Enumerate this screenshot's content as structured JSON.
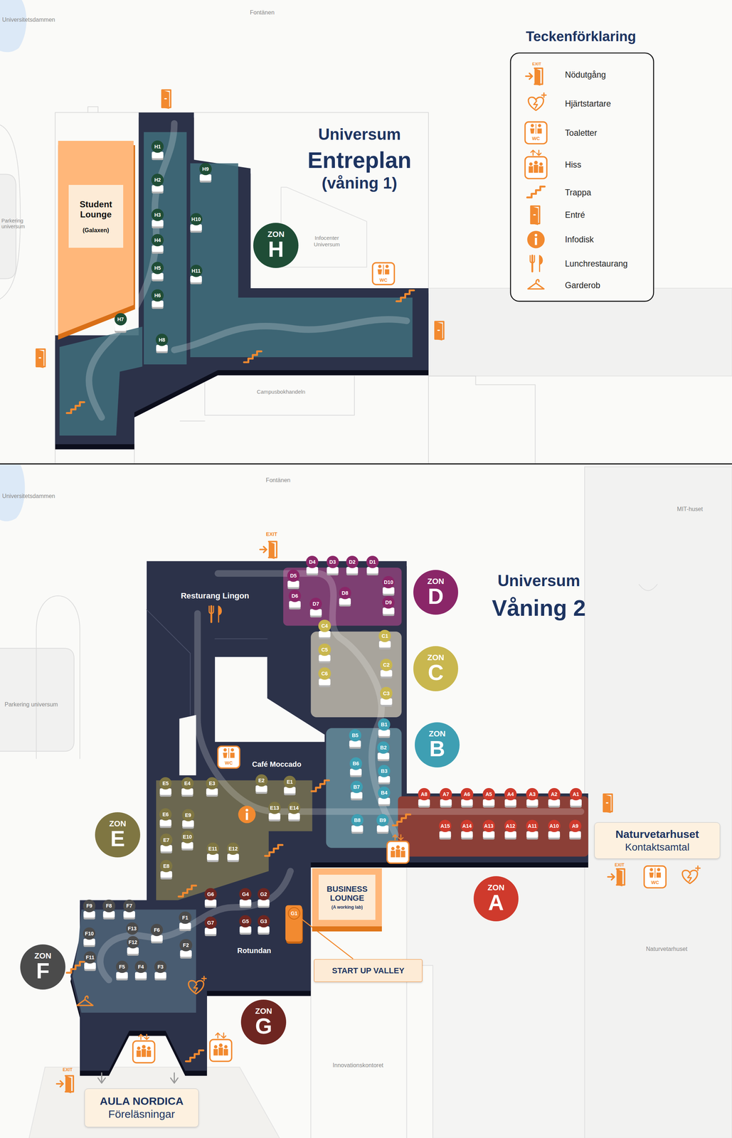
{
  "diagram": {
    "nodes": [
      {
        "text": [
          "Student Lounge",
          "(Galaxen)"
        ]
      },
      {
        "text": [
          "H1"
        ]
      },
      {
        "text": [
          "H2"
        ]
      },
      {
        "text": [
          "H3"
        ]
      },
      {
        "text": [
          "H4"
        ]
      },
      {
        "text": [
          "H5"
        ]
      },
      {
        "text": [
          "H6"
        ]
      },
      {
        "text": [
          "H7"
        ]
      },
      {
        "text": [
          "H8"
        ]
      },
      {
        "text": [
          "H9"
        ]
      },
      {
        "text": [
          "H10"
        ]
      },
      {
        "text": [
          "H11"
        ]
      },
      {
        "text": [
          "ZON",
          "H"
        ]
      },
      {
        "text": [
          "D1"
        ]
      },
      {
        "text": [
          "D2"
        ]
      },
      {
        "text": [
          "D3"
        ]
      },
      {
        "text": [
          "D4"
        ]
      },
      {
        "text": [
          "D5"
        ]
      },
      {
        "text": [
          "D6"
        ]
      },
      {
        "text": [
          "D7"
        ]
      },
      {
        "text": [
          "D8"
        ]
      },
      {
        "text": [
          "D9"
        ]
      },
      {
        "text": [
          "D10"
        ]
      },
      {
        "text": [
          "ZON",
          "D"
        ]
      },
      {
        "text": [
          "C1"
        ]
      },
      {
        "text": [
          "C2"
        ]
      },
      {
        "text": [
          "C3"
        ]
      },
      {
        "text": [
          "C4"
        ]
      },
      {
        "text": [
          "C5"
        ]
      },
      {
        "text": [
          "C6"
        ]
      },
      {
        "text": [
          "ZON",
          "C"
        ]
      },
      {
        "text": [
          "B1"
        ]
      },
      {
        "text": [
          "B2"
        ]
      },
      {
        "text": [
          "B3"
        ]
      },
      {
        "text": [
          "B4"
        ]
      },
      {
        "text": [
          "B5"
        ]
      },
      {
        "text": [
          "B6"
        ]
      },
      {
        "text": [
          "B7"
        ]
      },
      {
        "text": [
          "B8"
        ]
      },
      {
        "text": [
          "B9"
        ]
      },
      {
        "text": [
          "ZON",
          "B"
        ]
      },
      {
        "text": [
          "A1"
        ]
      },
      {
        "text": [
          "A2"
        ]
      },
      {
        "text": [
          "A3"
        ]
      },
      {
        "text": [
          "A4"
        ]
      },
      {
        "text": [
          "A5"
        ]
      },
      {
        "text": [
          "A6"
        ]
      },
      {
        "text": [
          "A7"
        ]
      },
      {
        "text": [
          "A8"
        ]
      },
      {
        "text": [
          "A9"
        ]
      },
      {
        "text": [
          "A10"
        ]
      },
      {
        "text": [
          "A11"
        ]
      },
      {
        "text": [
          "A12"
        ]
      },
      {
        "text": [
          "A13"
        ]
      },
      {
        "text": [
          "A14"
        ]
      },
      {
        "text": [
          "A15"
        ]
      },
      {
        "text": [
          "ZON",
          "A"
        ]
      },
      {
        "text": [
          "Naturvetarhuset",
          "Kontaktsamtal"
        ]
      },
      {
        "text": [
          "E1"
        ]
      },
      {
        "text": [
          "E2"
        ]
      },
      {
        "text": [
          "E3"
        ]
      },
      {
        "text": [
          "E4"
        ]
      },
      {
        "text": [
          "E5"
        ]
      },
      {
        "text": [
          "E6"
        ]
      },
      {
        "text": [
          "E7"
        ]
      },
      {
        "text": [
          "E8"
        ]
      },
      {
        "text": [
          "E9"
        ]
      },
      {
        "text": [
          "E10"
        ]
      },
      {
        "text": [
          "E11"
        ]
      },
      {
        "text": [
          "E12"
        ]
      },
      {
        "text": [
          "E13"
        ]
      },
      {
        "text": [
          "E14"
        ]
      },
      {
        "text": [
          "ZON",
          "E"
        ]
      },
      {
        "text": [
          "BUSINESS LOUNGE",
          "(A working lab)"
        ]
      },
      {
        "text": [
          "G1"
        ]
      },
      {
        "text": [
          "G2"
        ]
      },
      {
        "text": [
          "G3"
        ]
      },
      {
        "text": [
          "G4"
        ]
      },
      {
        "text": [
          "G5"
        ]
      },
      {
        "text": [
          "G6"
        ]
      },
      {
        "text": [
          "G7"
        ]
      },
      {
        "text": [
          "START UP VALLEY"
        ]
      },
      {
        "text": [
          "ZON",
          "G"
        ]
      },
      {
        "text": [
          "F1"
        ]
      },
      {
        "text": [
          "F2"
        ]
      },
      {
        "text": [
          "F3"
        ]
      },
      {
        "text": [
          "F4"
        ]
      },
      {
        "text": [
          "F5"
        ]
      },
      {
        "text": [
          "F6"
        ]
      },
      {
        "text": [
          "F7"
        ]
      },
      {
        "text": [
          "F8"
        ]
      },
      {
        "text": [
          "F9"
        ]
      },
      {
        "text": [
          "F10"
        ]
      },
      {
        "text": [
          "F11"
        ]
      },
      {
        "text": [
          "F12"
        ]
      },
      {
        "text": [
          "F13"
        ]
      },
      {
        "text": [
          "ZON",
          "F"
        ]
      },
      {
        "text": [
          "AULA NORDICA",
          "Föreläsningar"
        ]
      }
    ],
    "edges": [
      {
        "from": 81,
        "to": 74,
        "arrow": "none"
      }
    ],
    "labels": [
      "Fontänen",
      "Universitetsdammen",
      "Parkering universum",
      "Universum",
      "Entreplan",
      "(våning 1)",
      "Infocenter Universum",
      "WC",
      "Campusbokhandeln",
      "Teckenförklaring",
      "EXIT",
      "WC",
      "Fontänen",
      "Universitetsdammen",
      "MIT-huset",
      "Parkering universum",
      "EXIT",
      "Resturang Lingon",
      "Universum",
      "Våning 2",
      "WC",
      "Café Moccado",
      "Rotundan",
      "EXIT",
      "WC",
      "Naturvetarhuset",
      "Innovationskontoret",
      "EXIT"
    ],
    "legend": [
      {
        "text": "Nödutgång"
      },
      {
        "text": "Hjärtstartare"
      },
      {
        "text": "Toaletter"
      },
      {
        "text": "Hiss"
      },
      {
        "text": "Trappa"
      },
      {
        "text": "Entré"
      },
      {
        "text": "Infodisk"
      },
      {
        "text": "Lunchrestaurang"
      },
      {
        "text": "Garderob"
      }
    ]
  }
}
